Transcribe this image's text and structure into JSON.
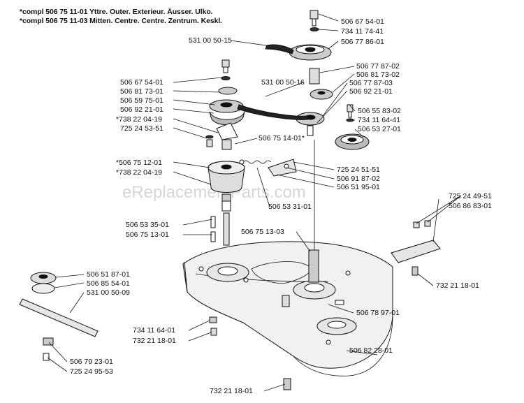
{
  "header": {
    "line1": "*compl 506 75 11-01  Yttre. Outer. Exterieur. Äusser. Ulko.",
    "line2": "*compl 506 75 11-03  Mitten. Centre. Centre. Zentrum. Keskl."
  },
  "watermark": "eReplacementParts.com",
  "labels": {
    "l_506675401_top": "506 67 54-01",
    "l_734117441": "734 11 74-41",
    "l_506778601": "506 77 86-01",
    "l_531005015": "531 00 50-15",
    "l_506677702": "506 77 87-02",
    "l_506817302": "506 81 73-02",
    "l_531005016": "531 00 50-16",
    "l_506677703": "506 77 87-03",
    "l_506922101_r": "506 92 21-01",
    "l_506675401_l": "506 67 54-01",
    "l_506817301": "506 81 73-01",
    "l_506597501": "506 59 75-01",
    "l_506922101_l": "506 92 21-01",
    "l_738220419_a": "*738 22 04-19",
    "l_725245351": "725 24 53-51",
    "l_506558302": "506 55 83-02",
    "l_734116441_r": "734 11 64-41",
    "l_506532701": "506 53 27-01",
    "l_506751401": "506 75 14-01*",
    "l_506751201": "*506 75 12-01",
    "l_738220419_b": "*738 22 04-19",
    "l_725245151": "725 24 51-51",
    "l_506918702": "506 91 87-02",
    "l_506519501": "506 51 95-01",
    "l_725244951": "725 24 49-51",
    "l_506868301": "506 86 83-01",
    "l_506533101": "506 53 31-01",
    "l_506533501": "506 53 35-01",
    "l_506751301": "506 75 13-01",
    "l_506751303": "506 75 13-03",
    "l_506518701": "506 51 87-01",
    "l_506855401": "506 85 54-01",
    "l_531005009": "531 00 50-09",
    "l_732211801_r": "732 21 18-01",
    "l_506789701": "506 78 97-01",
    "l_734116401": "734 11 64-01",
    "l_732211801_m": "732 21 18-01",
    "l_506828201": "506 82 28-01",
    "l_506792301": "506 79 23-01",
    "l_725249553": "725 24 95-53",
    "l_732211801_b": "732 21 18-01"
  },
  "colors": {
    "ink": "#111111",
    "deck": "#f1f1f1",
    "watermark": "#d6d6d6"
  }
}
